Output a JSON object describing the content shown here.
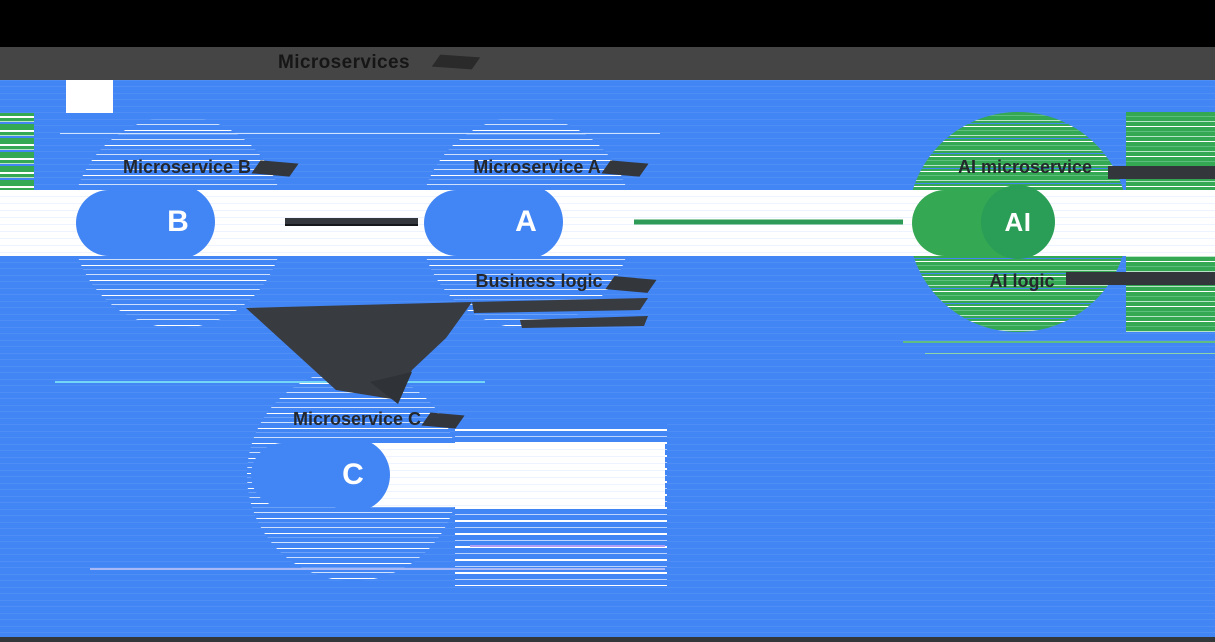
{
  "header": {
    "title": "Microservices"
  },
  "diagram": {
    "nodes": [
      {
        "id": "microservice-b",
        "letter": "B",
        "label": "Microservice B",
        "sublabel": "",
        "kind": "service"
      },
      {
        "id": "microservice-a",
        "letter": "A",
        "label": "Microservice A",
        "sublabel": "Business logic",
        "kind": "service"
      },
      {
        "id": "microservice-c",
        "letter": "C",
        "label": "Microservice C",
        "sublabel": "",
        "kind": "service"
      },
      {
        "id": "ai-microservice",
        "letter": "AI",
        "label": "AI microservice",
        "sublabel": "AI logic",
        "kind": "ai"
      }
    ],
    "connections": [
      {
        "from": "Microservice B",
        "to": "Microservice A",
        "style": "dark"
      },
      {
        "from": "Microservice A",
        "to": "AI microservice",
        "style": "green"
      },
      {
        "from": "Microservice B",
        "to": "Microservice C",
        "style": "dark"
      },
      {
        "from": "Microservice A",
        "to": "Microservice C",
        "style": "dark"
      }
    ]
  },
  "colors": {
    "blue": "#4285f4",
    "green": "#34a853",
    "green_dark": "#2a9d56",
    "dark": "#3c4043",
    "label": "#24272b",
    "header_black": "#000000",
    "header_gray": "#454545",
    "white": "#ffffff"
  }
}
